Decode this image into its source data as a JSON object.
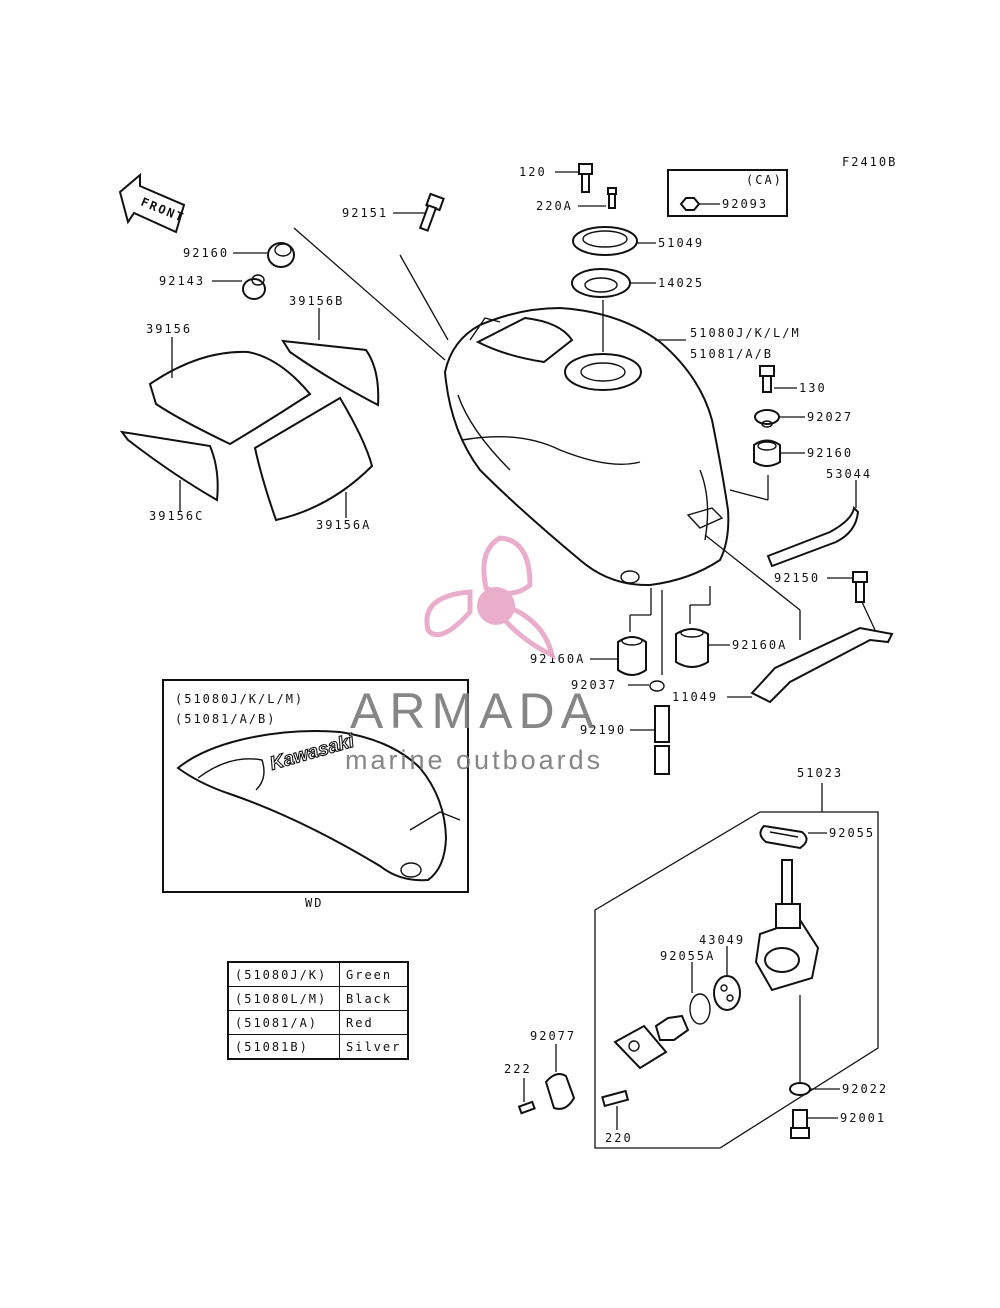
{
  "diagram_code": "F2410B",
  "front_label": "FRONT",
  "ca_box": {
    "label": "(CA)",
    "part": "92093"
  },
  "parts": {
    "p120": "120",
    "p220A": "220A",
    "p51049": "51049",
    "p14025": "14025",
    "p92151": "92151",
    "p92160_top": "92160",
    "p92143": "92143",
    "p39156B": "39156B",
    "p39156": "39156",
    "p39156C": "39156C",
    "p39156A": "39156A",
    "p51080": "51080J/K/L/M",
    "p51081": "51081/A/B",
    "p130": "130",
    "p92027": "92027",
    "p92160_right": "92160",
    "p53044": "53044",
    "p92150": "92150",
    "p92160A_left": "92160A",
    "p92160A_right": "92160A",
    "p92037": "92037",
    "p11049": "11049",
    "p92190": "92190",
    "p51023": "51023",
    "p92055": "92055",
    "p43049": "43049",
    "p92055A": "92055A",
    "p92077": "92077",
    "p222": "222",
    "p220": "220",
    "p92022": "92022",
    "p92001": "92001"
  },
  "inset": {
    "line1": "(51080J/K/L/M)",
    "line2": "(51081/A/B)",
    "brand": "Kawasaki",
    "caption": "WD"
  },
  "color_table": [
    {
      "code": "(51080J/K)",
      "color": "Green"
    },
    {
      "code": "(51080L/M)",
      "color": "Black"
    },
    {
      "code": "(51081/A)",
      "color": "Red"
    },
    {
      "code": "(51081B)",
      "color": "Silver"
    }
  ],
  "watermark": {
    "brand": "ARMADA",
    "tagline": "marine outboards",
    "brand_color": "#7a7a7a",
    "logo_color": "#e7a6c6"
  }
}
